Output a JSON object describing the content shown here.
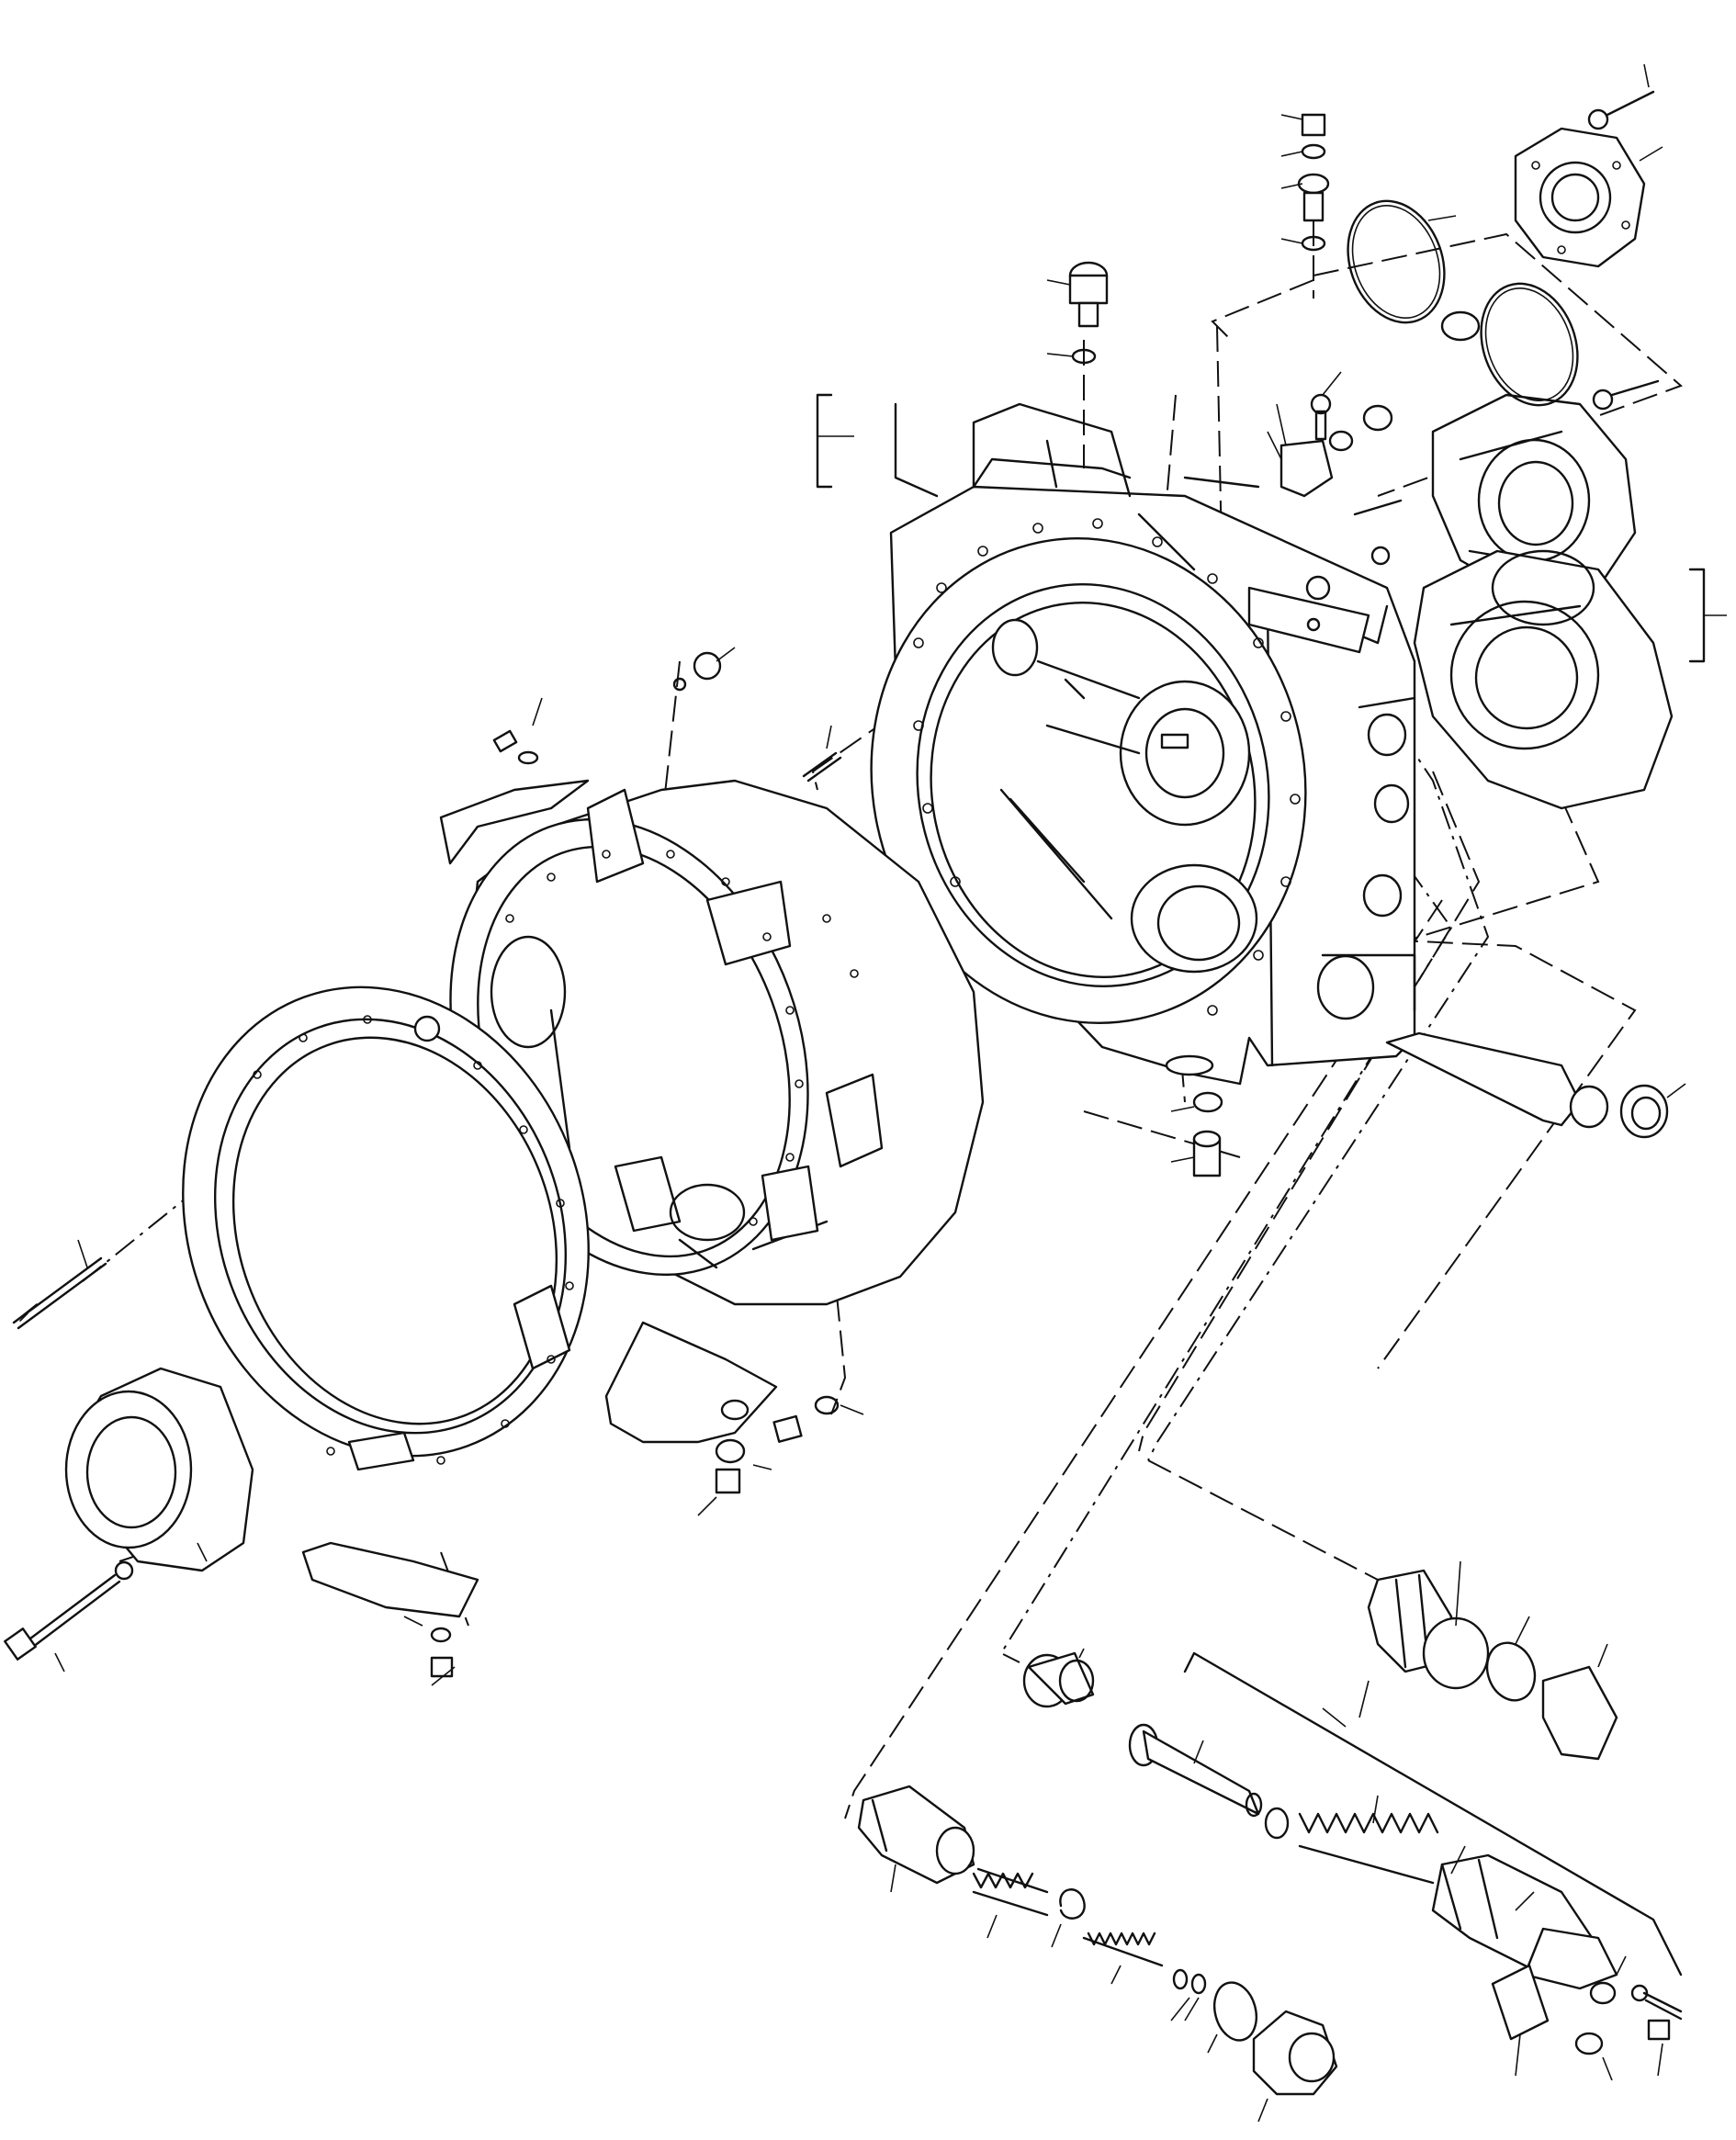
{
  "drawing": {
    "kind": "exploded parts illustration",
    "printed_text": []
  },
  "parts": [
    "transmission-housing",
    "drum-housing-inner",
    "drum-housing-outer-ring",
    "end-cap",
    "flange-cover-upper",
    "flange-cover-lower",
    "o-ring-large-a",
    "o-ring-large-b",
    "breather-plug",
    "valve-bracket",
    "drain-plug",
    "dipstick-tube",
    "valve-spool",
    "spring-large",
    "spring-small",
    "valve-body",
    "plug-cap",
    "shield-plate-upper",
    "shield-plate-lower",
    "shield-plate-bottom",
    "stud-long",
    "bolt-long"
  ],
  "colors": {
    "ink": "#111111",
    "paper": "#ffffff"
  }
}
